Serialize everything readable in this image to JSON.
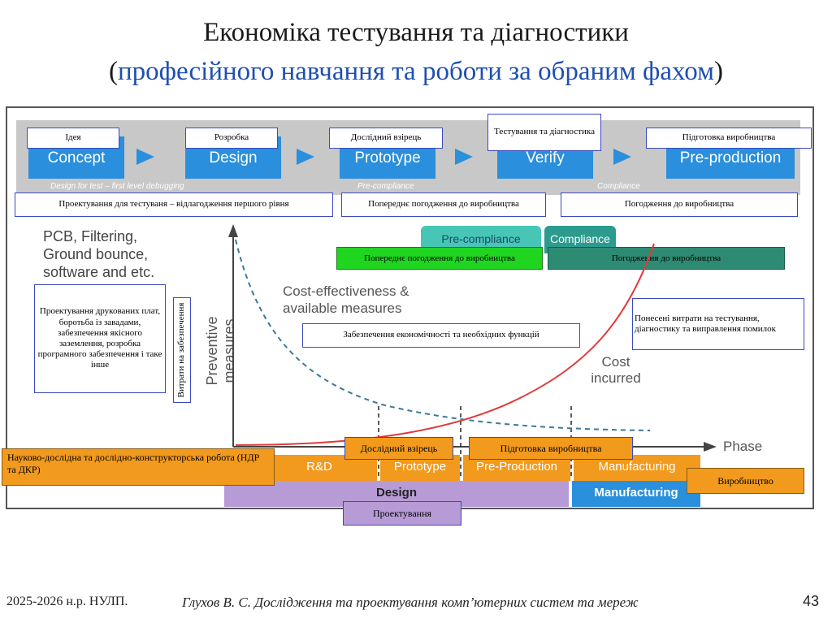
{
  "title": {
    "line1": "Економіка тестування та діагностики",
    "open_paren": "(",
    "line2": "професійного навчання та роботи за обраним фахом",
    "close_paren": ")"
  },
  "stages": [
    {
      "en": "Concept",
      "ua": "Ідея"
    },
    {
      "en": "Design",
      "ua": "Розробка"
    },
    {
      "en": "Prototype",
      "ua": "Дослідний взірець"
    },
    {
      "en": "Verify",
      "ua": "Тестування та діагностика"
    },
    {
      "en": "Pre-production",
      "ua": "Підготовка виробництва"
    }
  ],
  "band_labels": {
    "dft": "Design for test – first level debugging",
    "precompliance": "Pre-compliance",
    "compliance": "Compliance"
  },
  "band_ua": {
    "dft": "Проектування для тестуваня – відлагодження першого рівня",
    "precompliance": "Попереднє погодження до виробництва",
    "compliance": "Погодження до виробництва"
  },
  "compliance_tabs": {
    "pre_en": "Pre-compliance",
    "comp_en": "Compliance",
    "pre_ua": "Попереднє погодження до виробництва",
    "comp_ua": "Погодження до виробництва"
  },
  "pcb": {
    "en": [
      "PCB, Filtering,",
      "Ground bounce,",
      "software and etc."
    ],
    "ua": "Проектування друкованих плат, боротьба із завадами, забезпечення якісного заземлення, розробка програмного забезпечення і таке інше"
  },
  "axis": {
    "y_en": "Preventive measures",
    "y_ua": "Витрати на забезпечення",
    "x_en": "Phase"
  },
  "curves": {
    "cost_eff_en": [
      "Cost-effectiveness &",
      "available measures"
    ],
    "cost_eff_ua": "Забезпечення економічності та необхідних функцій",
    "cost_inc_en": [
      "Cost",
      "incurred"
    ],
    "cost_inc_ua": "Понесені витрати на тестування, діагностику та виправлення помилок"
  },
  "phases": {
    "rd": "R&D",
    "prototype": "Prototype",
    "preproduction": "Pre-Production",
    "manufacturing": "Manufacturing",
    "design": "Design",
    "manufacturing2": "Manufacturing"
  },
  "phases_ua": {
    "rd": "Науково-дослідна та дослідно-конструкторська робота (НДР та ДКР)",
    "prototype": "Дослідний взірець",
    "preproduction": "Підготовка виробництва",
    "manufacturing": "Виробництво",
    "design": "Проектування"
  },
  "footer": {
    "left": "2025-2026 н.р. НУЛП.",
    "center": "Глухов В. С. Дослідження та проектування комп’ютерних систем та мереж",
    "page": "43"
  },
  "colors": {
    "stage_blue": "#2a8fdc",
    "teal": "#47c6b6",
    "green": "#1fd51f",
    "orange": "#f29a1d",
    "purple": "#b79bd6",
    "curve_red": "#e03a3a",
    "curve_dash": "#3c7a9a"
  }
}
